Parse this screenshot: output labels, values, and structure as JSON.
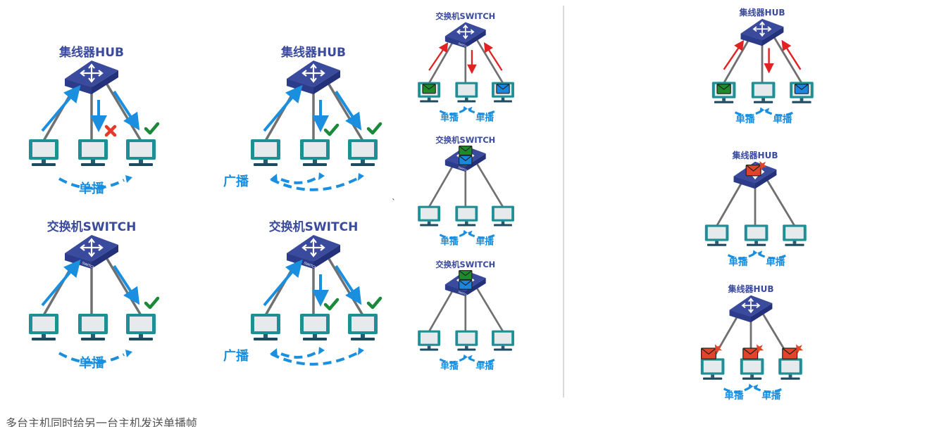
{
  "panels": [
    {
      "title": "集线器HUB",
      "bottom_label": "单播",
      "side_label": "",
      "device": "hub"
    },
    {
      "title": "集线器HUB",
      "bottom_label": "",
      "side_label": "广播",
      "device": "hub"
    },
    {
      "title": "交换机SWITCH",
      "bottom_label": "单播",
      "side_label": "",
      "device": "switch"
    },
    {
      "title": "交换机SWITCH",
      "bottom_label": "",
      "side_label": "广播",
      "device": "switch"
    }
  ],
  "small_panels": [
    {
      "title": "交换机SWITCH",
      "label_left": "单播",
      "label_right": "单播"
    },
    {
      "title": "交换机SWITCH",
      "label_left": "单播",
      "label_right": "单播"
    },
    {
      "title": "交换机SWITCH",
      "label_left": "单播",
      "label_right": "单播"
    },
    {
      "title": "集线器HUB",
      "label_left": "单播",
      "label_right": "单播"
    },
    {
      "title": "集线器HUB",
      "label_left": "单播",
      "label_right": "单播"
    },
    {
      "title": "集线器HUB",
      "label_left": "单播",
      "label_right": "单播"
    }
  ],
  "device_label": "SWITCH",
  "stray_mark": "`",
  "caption": "多台主机同时给另一台主机发送单播帧",
  "colors": {
    "device": "#3a4a9c",
    "title": "#3a4a9c",
    "link": "#707070",
    "arrow_blue": "#1a8fe0",
    "arrow_red": "#e02222",
    "screen_teal": "#1e8f95",
    "label_blue": "#1a8fe0",
    "check_green": "#1a8a3a",
    "cross_red": "#e53a2a",
    "env_green": "#1f8a2c",
    "env_blue": "#1a86e0",
    "env_red": "#e0442a",
    "divider": "#d8d8d8"
  }
}
